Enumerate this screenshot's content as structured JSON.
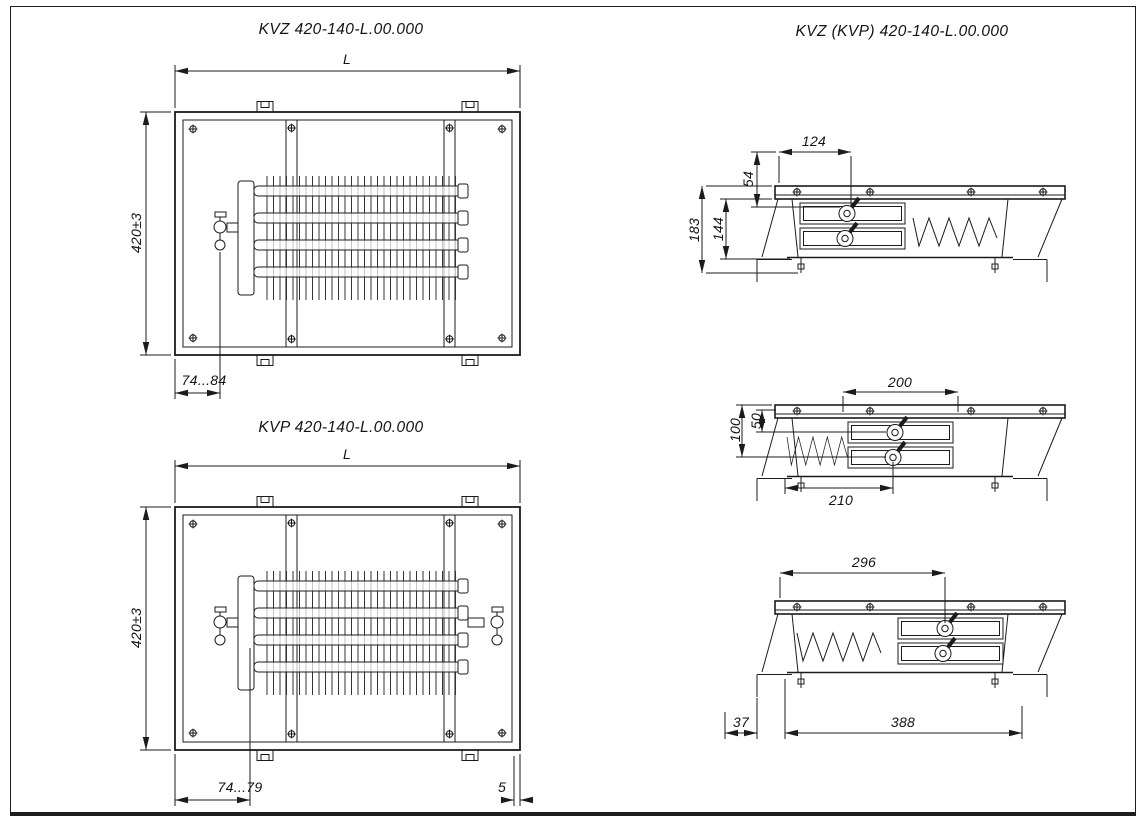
{
  "drawing": {
    "left_top": {
      "title": "KVZ 420-140-L.00.000",
      "dims": {
        "length": "L",
        "height": "420±3",
        "valve_offset": "74...84"
      }
    },
    "left_bottom": {
      "title": "KVP 420-140-L.00.000",
      "dims": {
        "length": "L",
        "height": "420±3",
        "valve_offset": "74...79",
        "edge_gap": "5"
      }
    },
    "right_side": {
      "title": "KVZ (KVP) 420-140-L.00.000",
      "view1": {
        "pipe_offset": "124",
        "pipe_depth": "54",
        "overall_depth": "183",
        "casing_depth": "144"
      },
      "view2": {
        "grille_width": "200",
        "overall_depth": "100",
        "pipe_depth": "50",
        "pipe_offset_bottom": "210"
      },
      "view3": {
        "pipe_offset": "296",
        "floor_step": "37",
        "casing_width": "388"
      }
    }
  }
}
